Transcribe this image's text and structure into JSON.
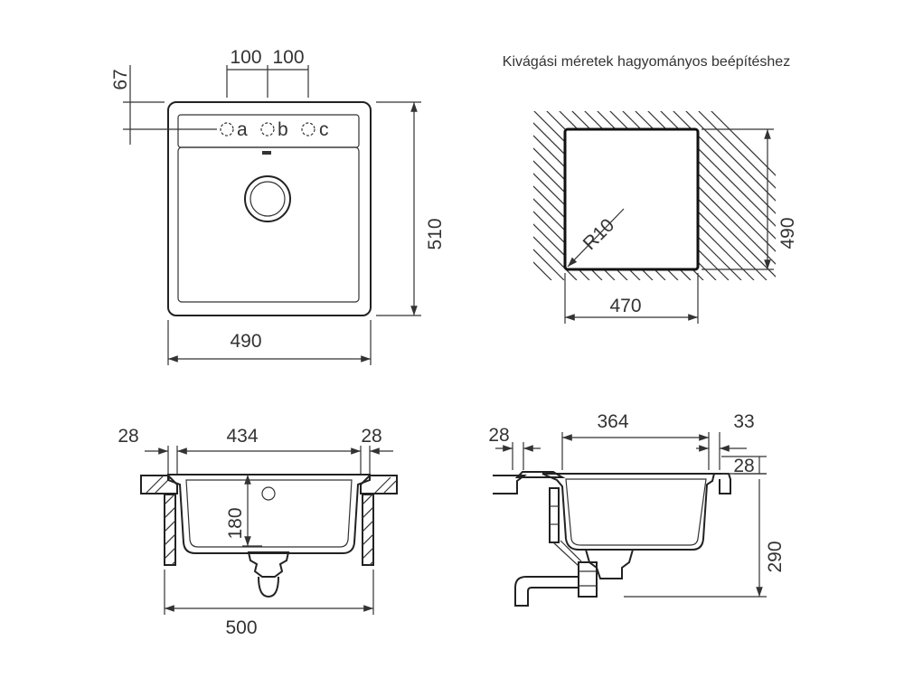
{
  "title": "Kivágási méretek hagyományos beépítéshez",
  "top_view": {
    "dims": {
      "width": "490",
      "height": "510",
      "offset_top": "67",
      "tap_spacing_left": "100",
      "tap_spacing_right": "100"
    },
    "tap_holes": [
      "a",
      "b",
      "c"
    ]
  },
  "cutout": {
    "dims": {
      "width": "470",
      "height": "490",
      "radius": "R10"
    }
  },
  "front_section": {
    "dims": {
      "rim_left": "28",
      "inner_width": "434",
      "rim_right": "28",
      "depth": "180",
      "overall_width": "500"
    }
  },
  "side_section": {
    "dims": {
      "rim_left": "28",
      "inner_width": "364",
      "rim_right": "33",
      "rim_height": "28",
      "total_height": "290"
    }
  },
  "colors": {
    "line": "#222222",
    "text": "#333333",
    "background": "#ffffff"
  }
}
